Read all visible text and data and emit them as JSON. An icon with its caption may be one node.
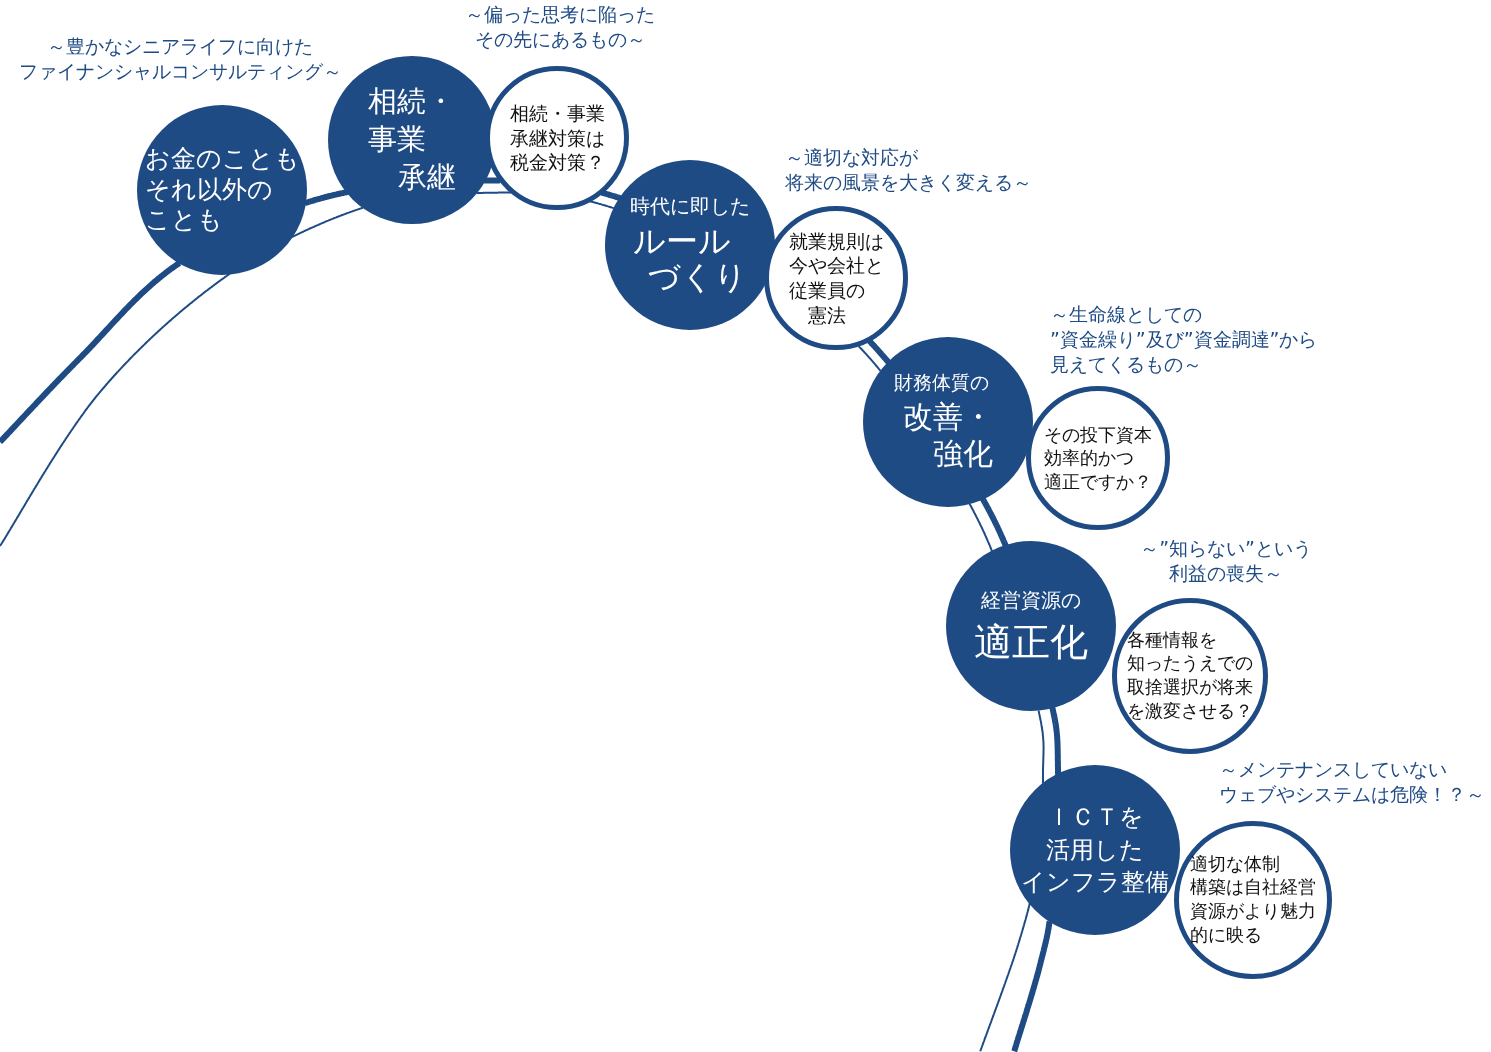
{
  "diagram": {
    "nodes": [
      {
        "text": [
          "お金のこともそれ以外のことも"
        ]
      },
      {
        "text": [
          "相続・事業承継"
        ]
      },
      {
        "text": [
          "相続・事業承継対策は税金対策？"
        ],
        "beside": [
          "～偏った思考に陥ったその先にあるもの～"
        ]
      },
      {
        "text": [
          "時代に即した",
          "ルールづくり"
        ]
      },
      {
        "text": [
          "就業規則は今や会社と従業員の憲法"
        ],
        "beside": [
          "～適切な対応が将来の風景を大きく変える～"
        ]
      },
      {
        "text": [
          "財務体質の",
          "改善・強化"
        ]
      },
      {
        "text": [
          "その投下資本効率的かつ適正ですか？"
        ],
        "beside": [
          "～生命線としての”資金繰り”及び”資金調達”から見えてくるもの～"
        ]
      },
      {
        "text": [
          "経営資源の",
          "適正化"
        ]
      },
      {
        "text": [
          "各種情報を知ったうえでの取捨選択が将来を激変させる？"
        ],
        "beside": [
          "～”知らない”という利益の喪失～"
        ]
      },
      {
        "text": [
          "ＩＣＴを活用したインフラ整備"
        ]
      },
      {
        "text": [
          "適切な体制構築は自社経営資源がより魅力的に映る"
        ],
        "beside": [
          "～メンテナンスしていないウェブやシステムは危険！？～"
        ]
      }
    ],
    "edges": [
      {
        "from": 0,
        "to": 1,
        "arrow": "none"
      },
      {
        "from": 1,
        "to": 2,
        "arrow": "none"
      },
      {
        "from": 2,
        "to": 3,
        "arrow": "none"
      },
      {
        "from": 4,
        "to": 5,
        "arrow": "none"
      },
      {
        "from": 5,
        "to": 7,
        "arrow": "none"
      },
      {
        "from": 7,
        "to": 9,
        "arrow": "none"
      }
    ],
    "labels": [
      "～豊かなシニアライフに向けたファイナンシャルコンサルティング～"
    ]
  }
}
